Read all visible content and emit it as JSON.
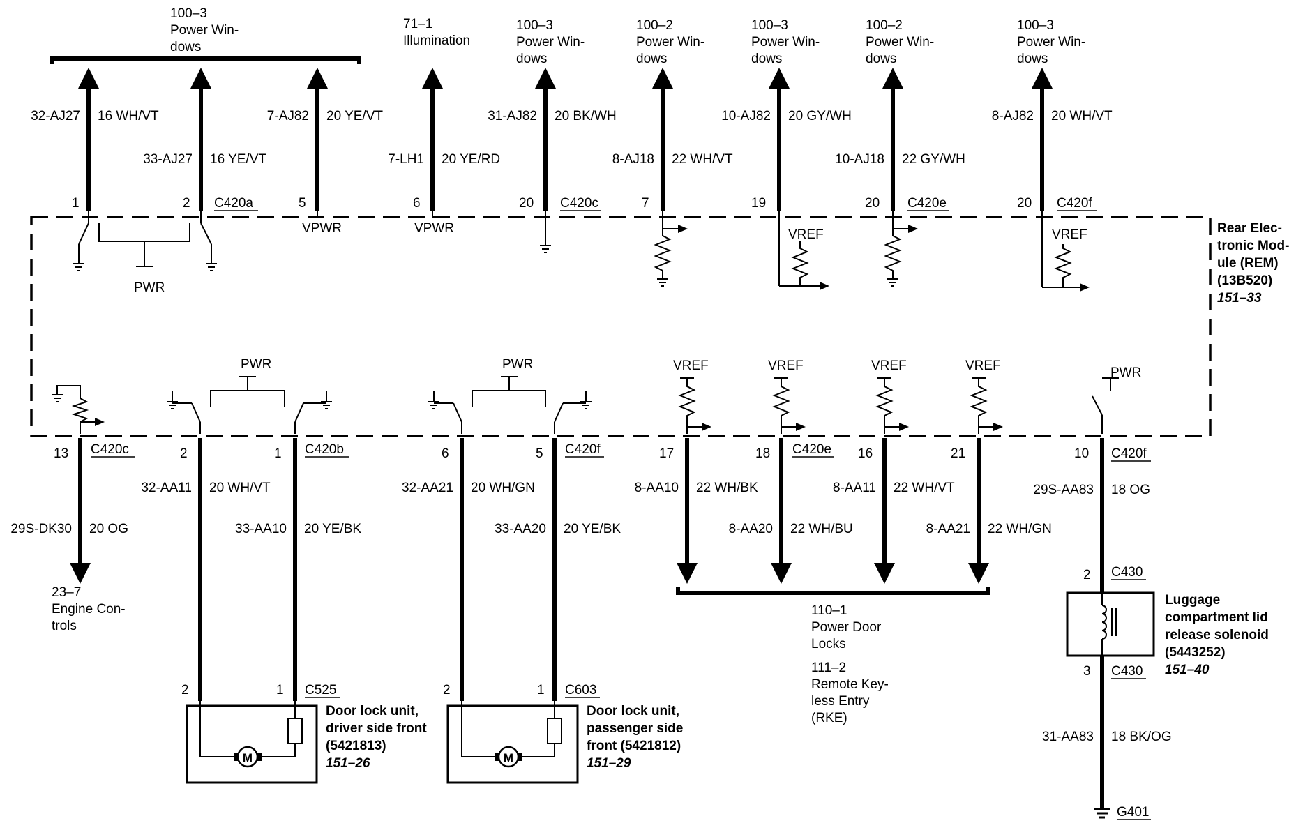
{
  "module": {
    "lines": [
      "Rear Elec-",
      "tronic Mod-",
      "ule (REM)",
      "(13B520)"
    ],
    "ref": "151–33"
  },
  "top_wires": [
    {
      "pin": "1",
      "circuit": "32-AJ27",
      "color": "16 WH/VT"
    },
    {
      "pin": "2",
      "circuit": "33-AJ27",
      "color": "16 YE/VT",
      "connector": "C420a"
    },
    {
      "pin": "5",
      "circuit": "7-AJ82",
      "color": "20 YE/VT",
      "sub": "VPWR"
    },
    {
      "pin": "6",
      "circuit": "7-LH1",
      "color": "20 YE/RD",
      "sub": "VPWR"
    },
    {
      "pin": "20",
      "circuit": "31-AJ82",
      "color": "20 BK/WH",
      "connector": "C420c"
    },
    {
      "pin": "7",
      "circuit": "8-AJ18",
      "color": "22 WH/VT"
    },
    {
      "pin": "19",
      "circuit": "10-AJ82",
      "color": "20 GY/WH"
    },
    {
      "pin": "20",
      "circuit": "10-AJ18",
      "color": "22 GY/WH",
      "connector": "C420e"
    },
    {
      "pin": "20",
      "circuit": "8-AJ82",
      "color": "20 WH/VT",
      "connector": "C420f"
    }
  ],
  "top_destinations": [
    {
      "lines": [
        "100–3",
        "Power Win-",
        "dows"
      ]
    },
    {
      "lines": [
        "71–1",
        "Illumination"
      ]
    },
    {
      "lines": [
        "100–3",
        "Power Win-",
        "dows"
      ]
    },
    {
      "lines": [
        "100–2",
        "Power Win-",
        "dows"
      ]
    },
    {
      "lines": [
        "100–3",
        "Power Win-",
        "dows"
      ]
    },
    {
      "lines": [
        "100–2",
        "Power Win-",
        "dows"
      ]
    },
    {
      "lines": [
        "100–3",
        "Power Win-",
        "dows"
      ]
    }
  ],
  "internal_labels": {
    "pwr": "PWR",
    "vref": "VREF"
  },
  "bottom_wires": [
    {
      "pin": "13",
      "circuit": "29S-DK30",
      "color": "20 OG",
      "connector": "C420c"
    },
    {
      "pin": "2",
      "circuit": "32-AA11",
      "color": "20 WH/VT"
    },
    {
      "pin": "1",
      "circuit": "33-AA10",
      "color": "20 YE/BK",
      "connector": "C420b"
    },
    {
      "pin": "6",
      "circuit": "32-AA21",
      "color": "20 WH/GN"
    },
    {
      "pin": "5",
      "circuit": "33-AA20",
      "color": "20 YE/BK",
      "connector": "C420f"
    },
    {
      "pin": "17",
      "circuit": "8-AA10",
      "color": "22 WH/BK"
    },
    {
      "pin": "18",
      "circuit": "8-AA20",
      "color": "22 WH/BU",
      "connector": "C420e"
    },
    {
      "pin": "16",
      "circuit": "8-AA11",
      "color": "22 WH/VT"
    },
    {
      "pin": "21",
      "circuit": "8-AA21",
      "color": "22 WH/GN"
    },
    {
      "pin": "10",
      "circuit": "29S-AA83",
      "color": "18 OG",
      "connector": "C420f"
    }
  ],
  "engine_controls": {
    "lines": [
      "23–7",
      "Engine Con-",
      "trols"
    ]
  },
  "door_locks_dest": {
    "lines": [
      "110–1",
      "Power Door",
      "Locks",
      "",
      "111–2",
      "Remote Key-",
      "less Entry",
      "(RKE)"
    ]
  },
  "door_lock_driver": {
    "connector": "C525",
    "pin_a": "2",
    "pin_b": "1",
    "motor": "M",
    "lines": [
      "Door lock unit,",
      "driver side front",
      "(5421813)"
    ],
    "ref": "151–26"
  },
  "door_lock_passenger": {
    "connector": "C603",
    "pin_a": "2",
    "pin_b": "1",
    "motor": "M",
    "lines": [
      "Door lock unit,",
      "passenger side",
      "front (5421812)"
    ],
    "ref": "151–29"
  },
  "luggage": {
    "connector": "C430",
    "pin_in": "2",
    "pin_out": "3",
    "lines": [
      "Luggage",
      "compartment lid",
      "release solenoid",
      "(5443252)"
    ],
    "ref": "151–40",
    "circuit": "31-AA83",
    "color": "18 BK/OG",
    "ground": "G401"
  }
}
